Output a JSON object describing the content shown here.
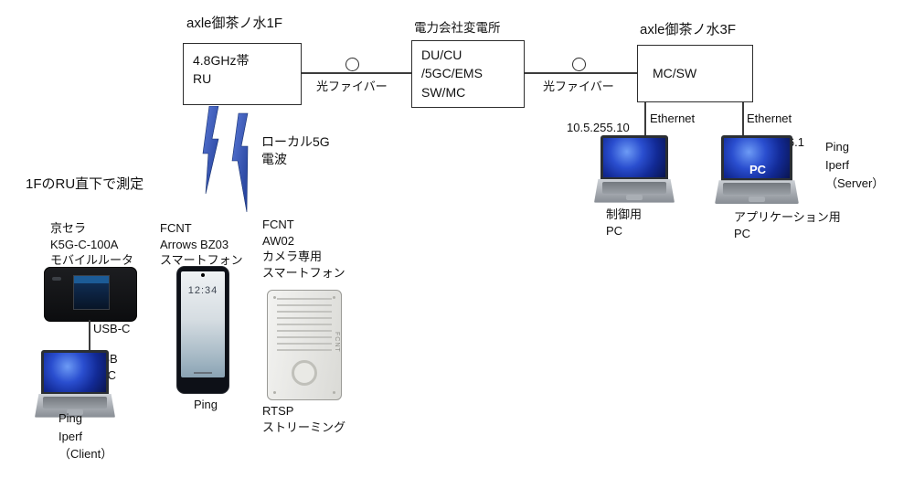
{
  "diagram": {
    "site1f_title": "axle御茶ノ水1F",
    "ru_box": "4.8GHz帯\nRU",
    "substation_title": "電力会社変電所",
    "core_box": "DU/CU\n/5GC/EMS\nSW/MC",
    "site3f_title": "axle御茶ノ水3F",
    "mcsw_box": "MC/SW",
    "fiber1_label": "光ファイバー",
    "fiber2_label": "光ファイバー",
    "ethernet1_label": "Ethernet",
    "ethernet2_label": "Ethernet",
    "ip_control_pc": "10.5.255.10",
    "ip_app_pc": "10.5.6.1",
    "local_5g_label": "ローカル5G\n電波",
    "measurement_note": "1FのRU直下で測定"
  },
  "terminals": {
    "router_label": "京セラ\nK5G-C-100A\nモバイルルータ",
    "usb_c_label": "USB-C",
    "usb_label": "USB",
    "client_pc_label": "PC",
    "client_tools": "Ping\nIperf\n（Client）",
    "phone_label": "FCNT\nArrows BZ03\nスマートフォン",
    "phone_clock": "12:34",
    "phone_tool": "Ping",
    "camera_label": "FCNT\nAW02\nカメラ専用\nスマートフォン",
    "camera_brand": "FCNT",
    "camera_tool": "RTSP\nストリーミング"
  },
  "servers": {
    "control_pc_label": "制御用\nPC",
    "app_pc_label": "アプリケーション用\nPC",
    "app_pc_overlay": "PC",
    "server_tools": "Ping\nIperf\n（Server）"
  }
}
